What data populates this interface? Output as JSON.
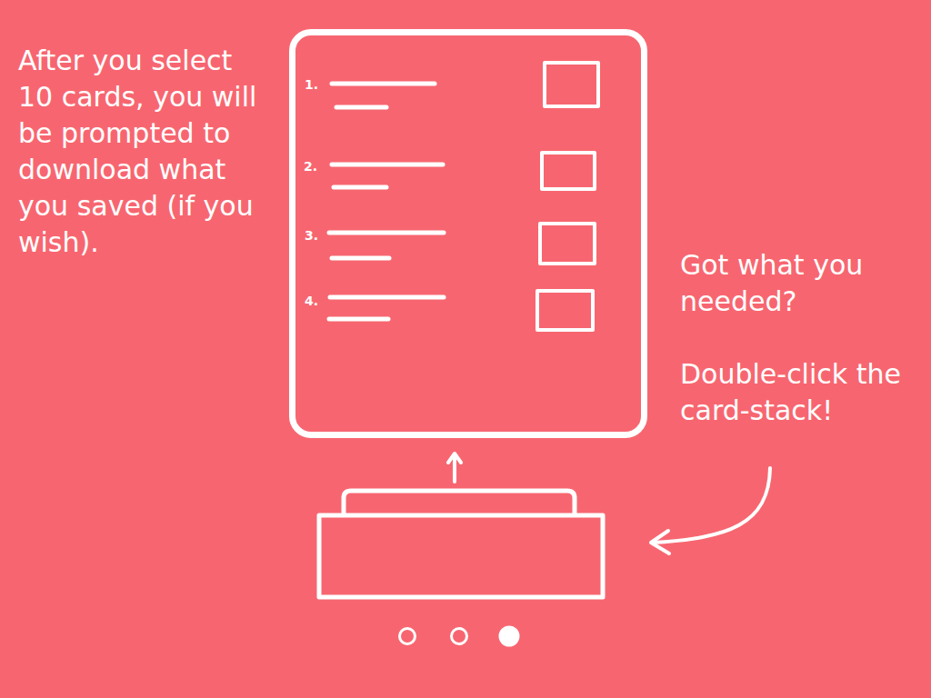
{
  "diagram": {
    "nodes": [
      {
        "text": [
          "1.",
          "2.",
          "3.",
          "4."
        ]
      }
    ],
    "labels": [
      "After you select 10 cards, you will be prompted to download what you saved (if you wish).",
      "Got what you needed?",
      "Double-click the card-stack!"
    ]
  }
}
